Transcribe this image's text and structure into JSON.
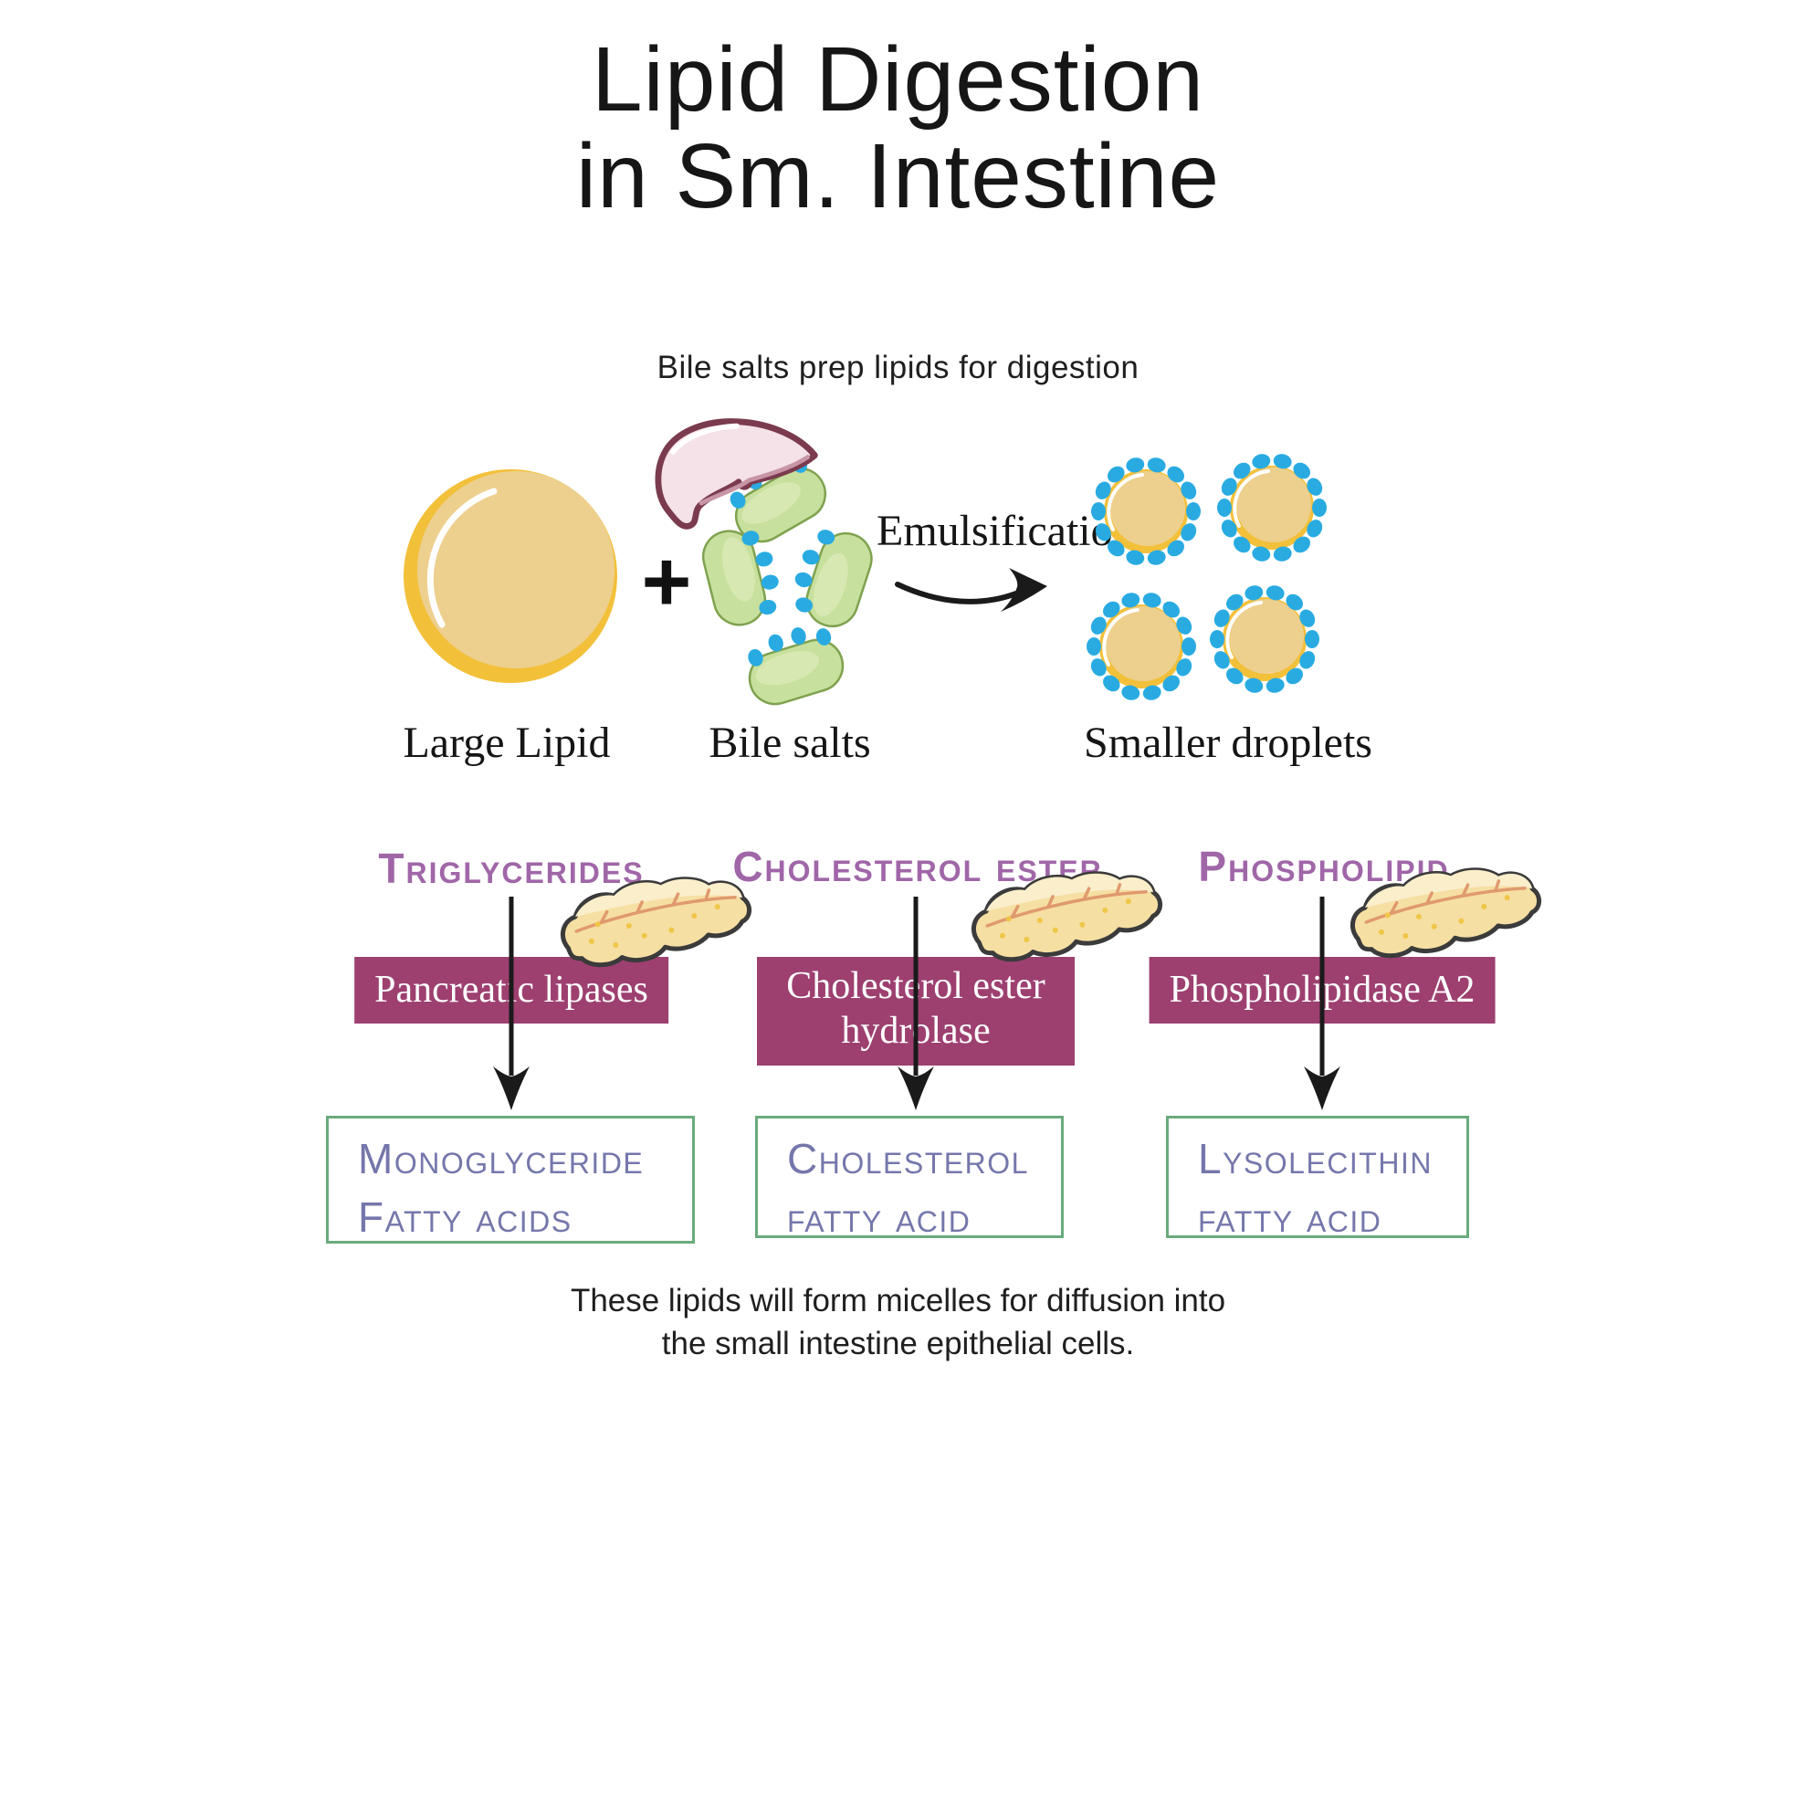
{
  "title": {
    "line1": "Lipid Digestion",
    "line2": "in Sm. Intestine"
  },
  "emulsification": {
    "caption": "Bile salts prep lipids for digestion",
    "large_lipid_label": "Large Lipid",
    "plus_sign": "+",
    "bile_salts_label": "Bile salts",
    "arrow_label": "Emulsification",
    "droplets_label": "Smaller droplets"
  },
  "pathways": [
    {
      "substrate": "Triglycerides",
      "enzyme": "Pancreatic lipases",
      "product_line1": "Monoglyceride",
      "product_line2": "Fatty acids"
    },
    {
      "substrate": "Cholesterol ester",
      "enzyme": "Cholesterol ester hydrolase",
      "product_line1": "Cholesterol",
      "product_line2": "fatty acid"
    },
    {
      "substrate": "Phospholipid",
      "enzyme": "Phospholipidase A2",
      "product_line1": "Lysolecithin",
      "product_line2": "fatty acid"
    }
  ],
  "footer": {
    "line1": "These lipids will form micelles for diffusion into",
    "line2": "the small intestine epithelial cells."
  },
  "colors": {
    "heading_purple": "#a066a8",
    "enzyme_box": "#9d4070",
    "product_text": "#7577ab",
    "product_border": "#6aab7c",
    "lipid_outer": "#f3c03a",
    "lipid_inner": "#edd08e",
    "bile_dot_blue": "#29abe2",
    "bile_green": "#c8e09e",
    "liver_pink": "#f5e1e8",
    "liver_outline": "#7b3b4e",
    "pancreas_cream": "#f6dfa3",
    "ink": "#1a1a1a"
  }
}
